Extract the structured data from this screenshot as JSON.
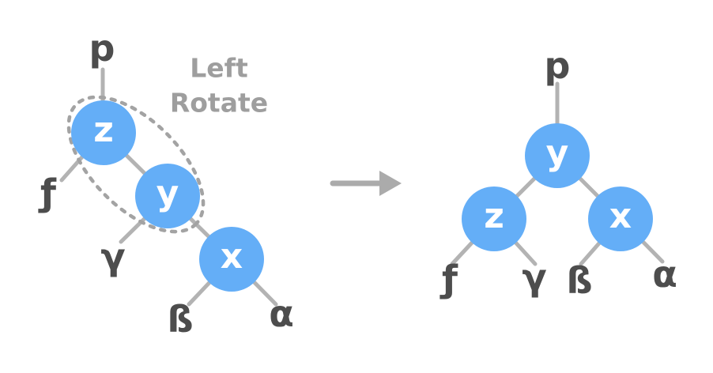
{
  "diagram": {
    "operation": {
      "line1": "Left",
      "line2": "Rotate"
    },
    "icons": {
      "transform_arrow": "right-arrow",
      "rotation_scope": "dashed-ellipse-outline"
    },
    "before_tree": {
      "parent_label": "p",
      "node_z": "z",
      "node_y": "y",
      "node_x": "x",
      "leaf_f": "ƒ",
      "leaf_gamma": "γ",
      "leaf_beta": "ß",
      "leaf_alpha": "α"
    },
    "after_tree": {
      "parent_label": "p",
      "node_y": "y",
      "node_z": "z",
      "node_x": "x",
      "leaf_f": "ƒ",
      "leaf_gamma": "γ",
      "leaf_beta": "ß",
      "leaf_alpha": "α"
    },
    "colors": {
      "node_fill": "#64aef7",
      "node_text": "#ffffff",
      "edge": "#b3b3b3",
      "label_text": "#4d4d4d",
      "operation_text": "#9e9e9e",
      "dashed_outline": "#a3a3a3",
      "arrow": "#ababab",
      "background": "#ffffff"
    }
  }
}
